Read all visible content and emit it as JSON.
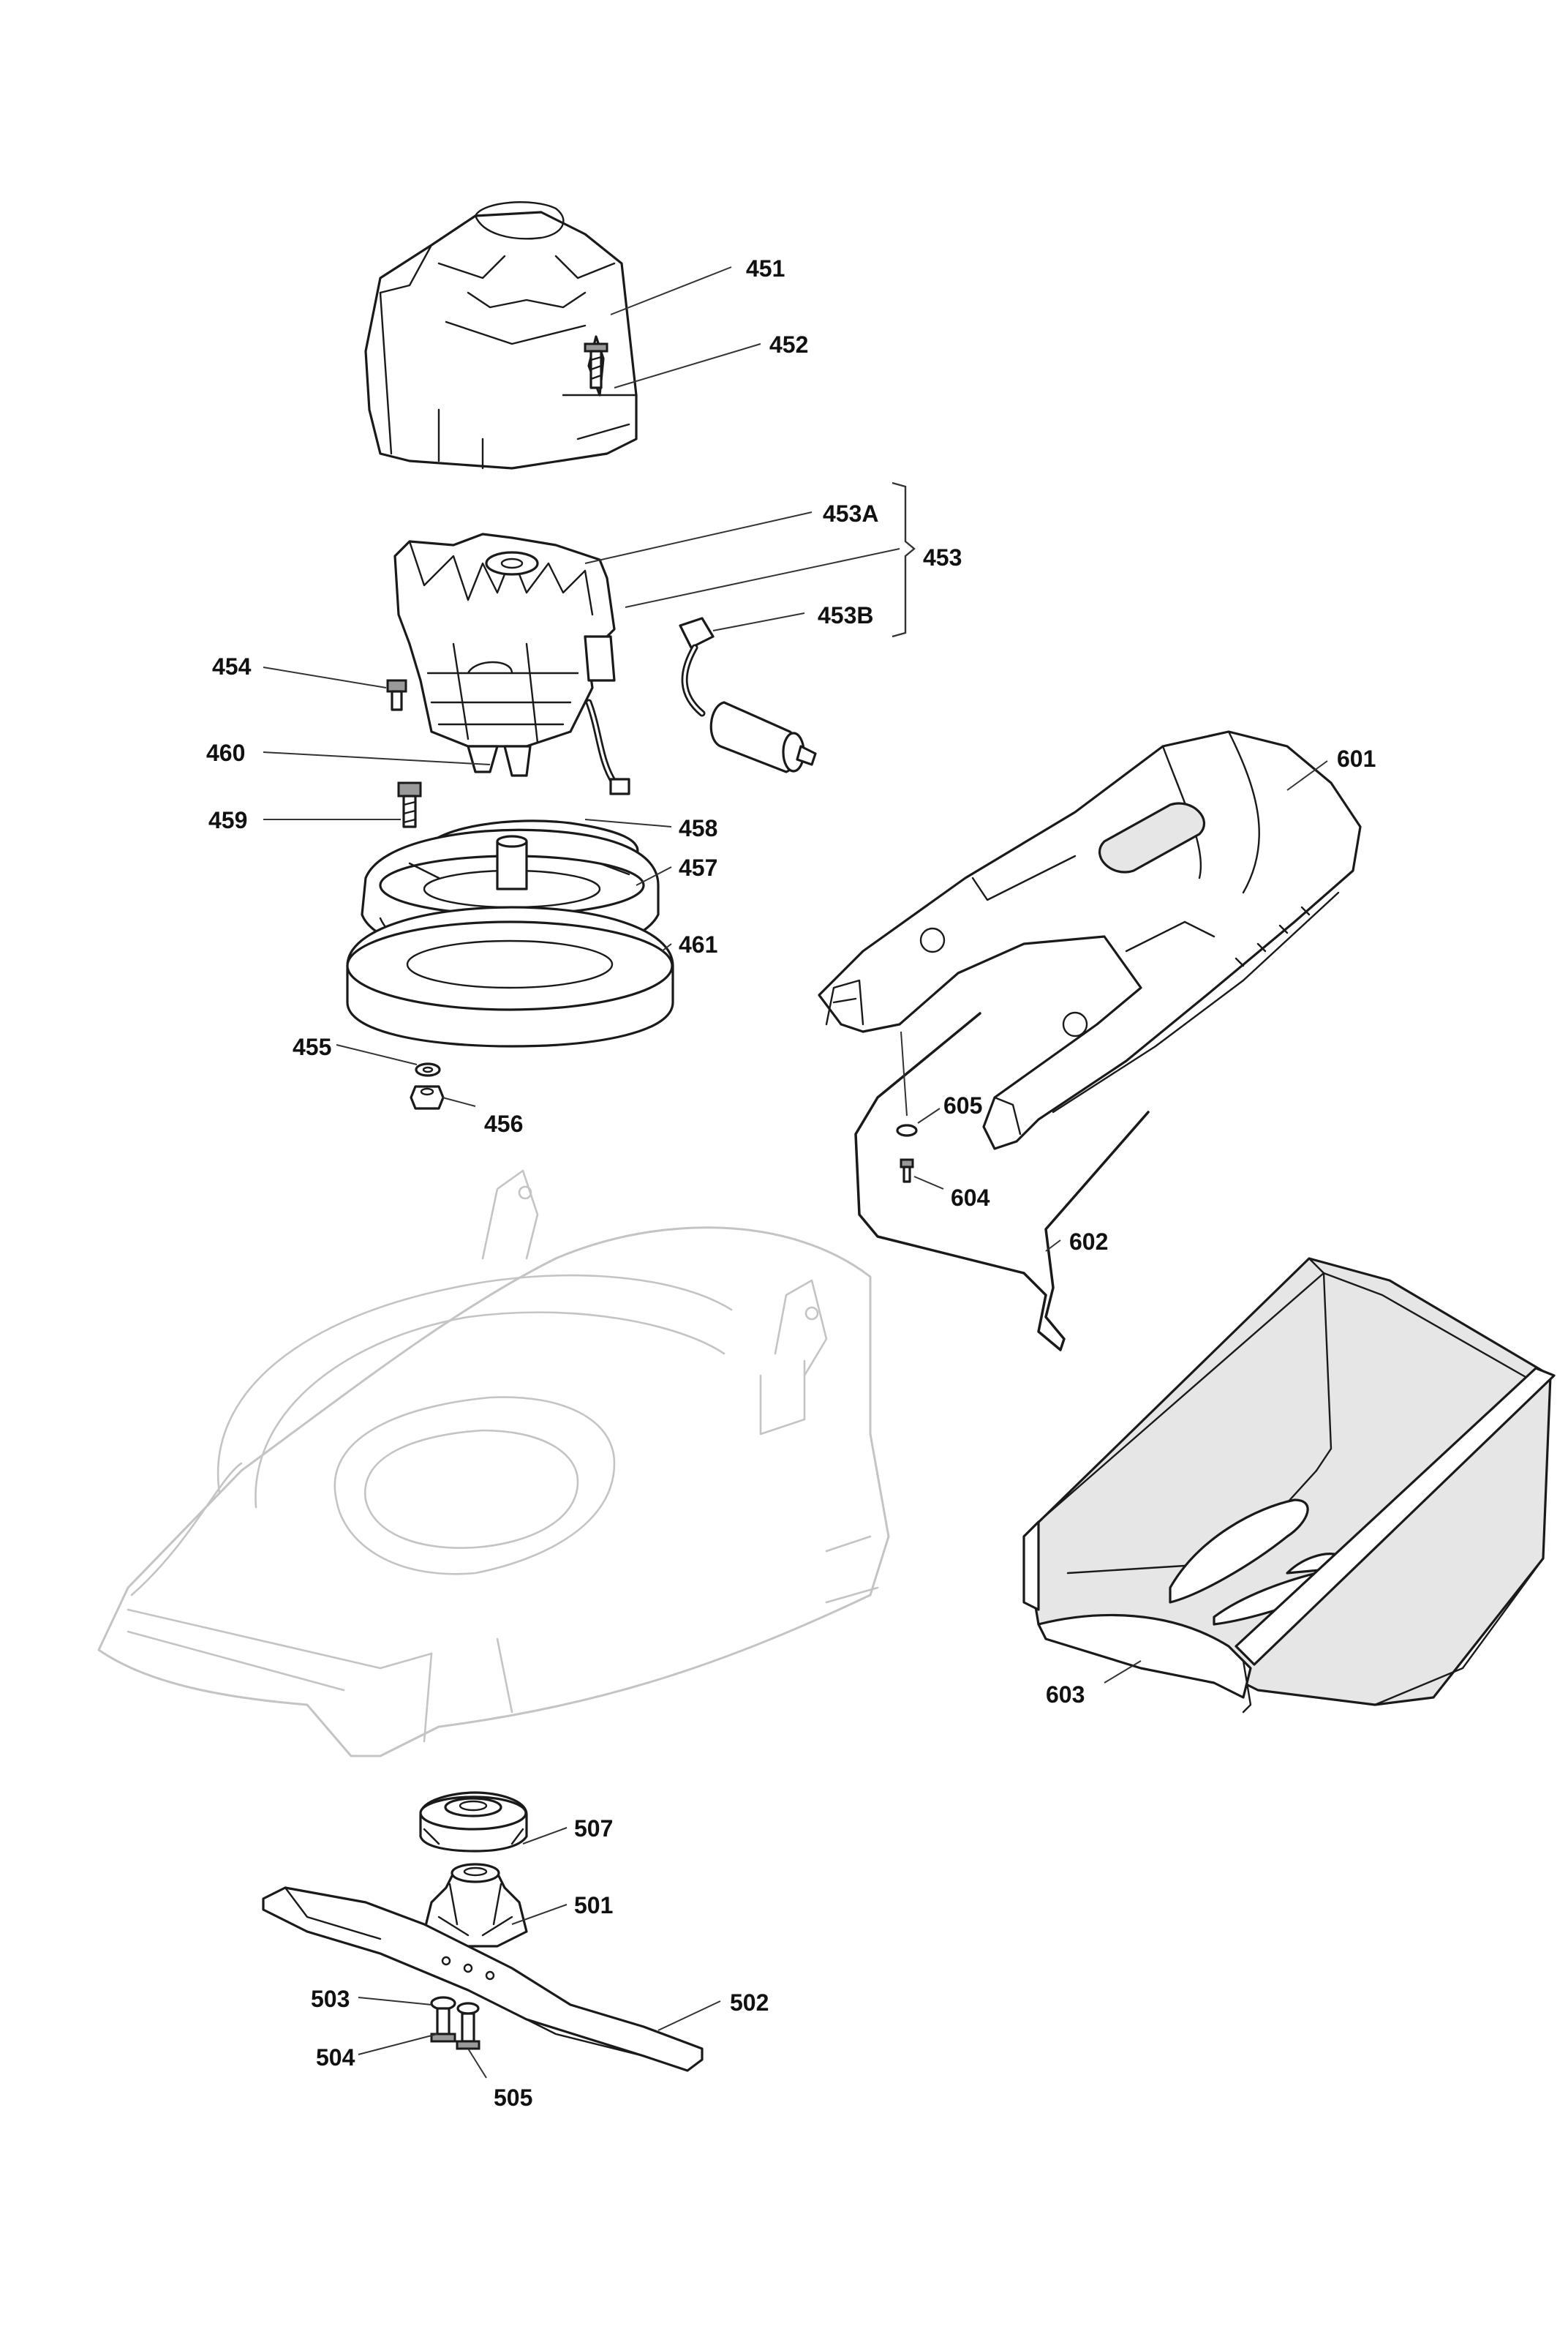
{
  "callouts": {
    "451": "451",
    "452": "452",
    "453A": "453A",
    "453": "453",
    "453B": "453B",
    "454": "454",
    "460": "460",
    "459": "459",
    "458": "458",
    "457": "457",
    "461": "461",
    "455": "455",
    "456": "456",
    "601": "601",
    "605": "605",
    "604": "604",
    "602": "602",
    "603": "603",
    "507": "507",
    "501": "501",
    "503": "503",
    "502": "502",
    "504": "504",
    "505": "505"
  },
  "colors": {
    "line": "#1a1a1a",
    "ghost_deck": "#c4c4c4",
    "fill_grey": "#e6e6e6"
  }
}
